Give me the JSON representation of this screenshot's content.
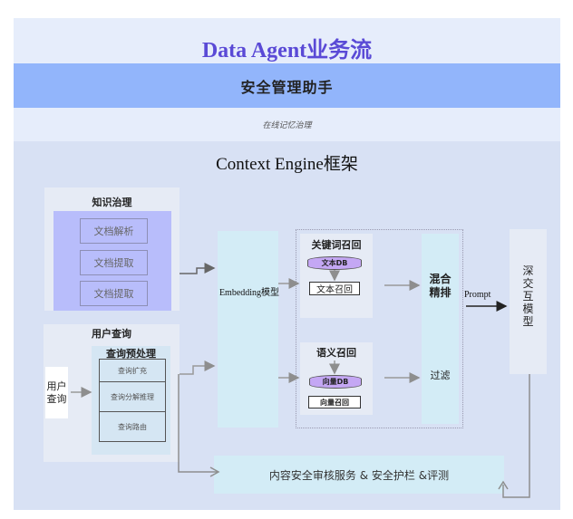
{
  "header": {
    "title": "Data Agent业务流",
    "assistant": "安全管理助手",
    "memory": "在线记忆治理"
  },
  "engine": {
    "title": "Context Engine框架",
    "knowledge": {
      "title": "知识治理",
      "items": [
        "文档解析",
        "文档提取",
        "文档提取"
      ]
    },
    "user_query": {
      "title": "用户查询",
      "input_label": "用户查询",
      "preprocess": {
        "title": "查询预处理",
        "steps": [
          "查询扩充",
          "查询分解推理",
          "查询路由"
        ]
      }
    },
    "embedding": "Embedding模型",
    "keyword_recall": {
      "title": "关键词召回",
      "db": "文本DB",
      "action": "文本召回"
    },
    "semantic_recall": {
      "title": "语义召回",
      "db": "向量DB",
      "action": "向量召回"
    },
    "rerank": "混合精排",
    "filter": "过滤",
    "prompt_label": "Prompt",
    "model": "深交互模型",
    "safety": "内容安全审核服务 & 安全护栏 &评测"
  },
  "colors": {
    "title": "#5a4ad6",
    "assistant_band": "#92b5fb",
    "light_band": "#e6edfb",
    "engine_bg": "#d8e1f4",
    "knowledge_inner": "#b8bdfb",
    "cyan_box": "#d3ecf6",
    "db": "#c4a7f4"
  }
}
